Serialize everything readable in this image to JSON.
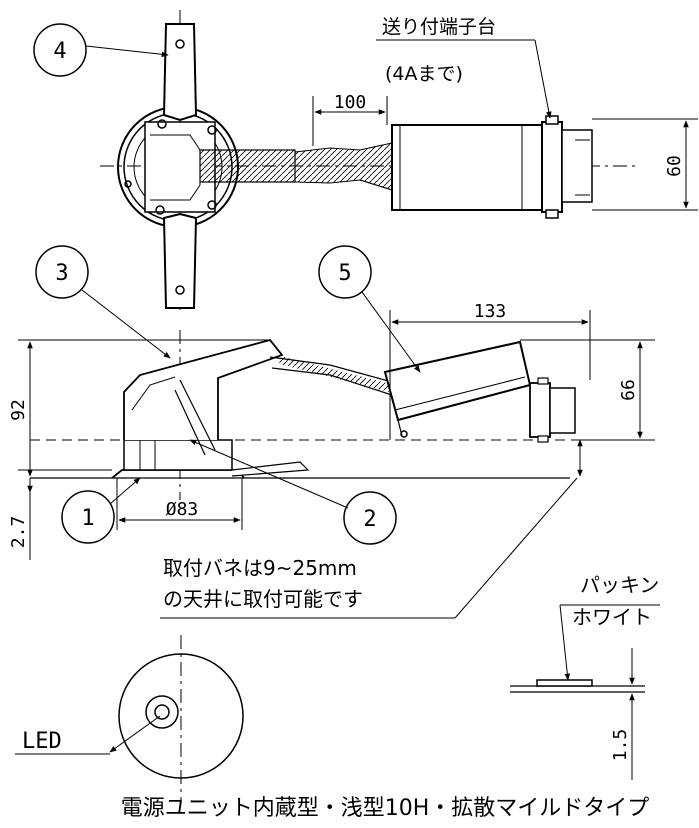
{
  "callouts": [
    "1",
    "2",
    "3",
    "4",
    "5"
  ],
  "dimensions": {
    "d100": "100",
    "d60": "60",
    "d133": "133",
    "d92": "92",
    "d66": "66",
    "d27": "2.7",
    "d83": "Ø83",
    "d15": "1.5"
  },
  "labels": {
    "terminal_block": "送り付端子台",
    "terminal_capacity": "(4Aまで)",
    "spring_line1": "取付バネは9~25mm",
    "spring_line2": "の天井に取付可能です",
    "gasket_line1": "パッキン",
    "gasket_line2": "ホワイト",
    "led": "LED"
  },
  "caption": "電源ユニット内蔵型・浅型10H・拡散マイルドタイプ"
}
